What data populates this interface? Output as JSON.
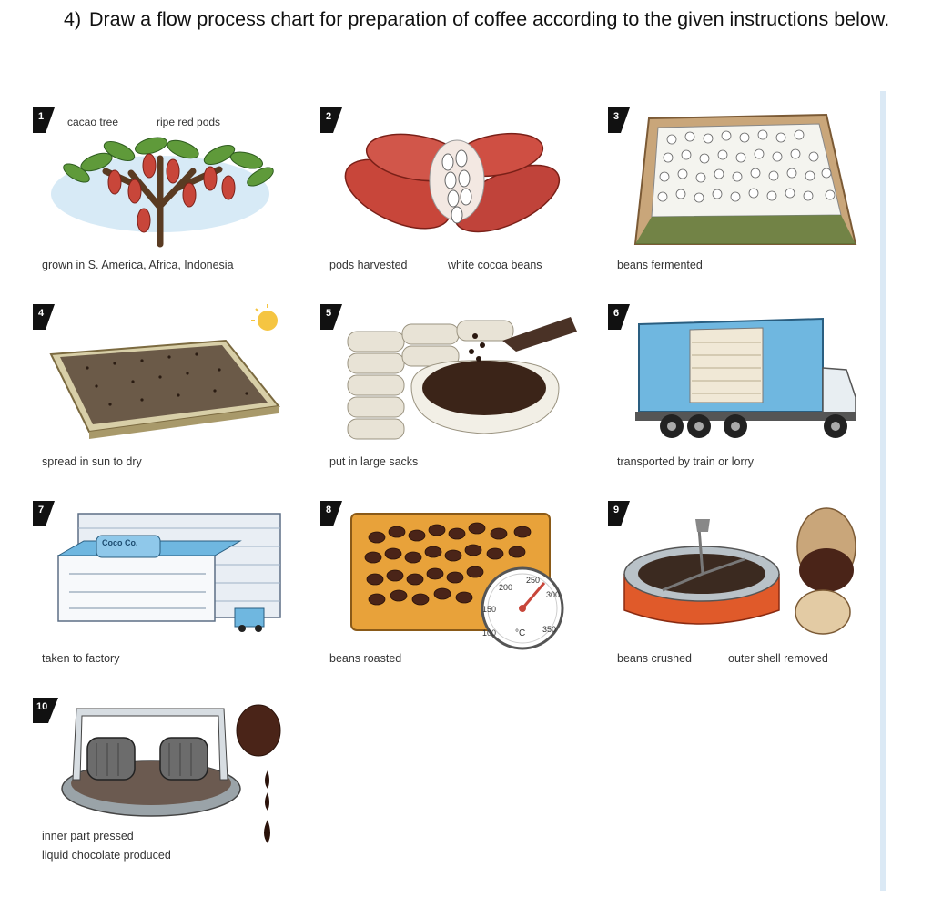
{
  "question": {
    "number": "4)",
    "text": "Draw a flow process chart for preparation of coffee according to the given instructions below."
  },
  "steps": [
    {
      "number": "1",
      "labels": [
        "cacao tree",
        "ripe red pods"
      ],
      "caption": "grown in S. America, Africa, Indonesia",
      "icon": "cacao-tree-icon"
    },
    {
      "number": "2",
      "caption_left": "pods harvested",
      "caption_right": "white cocoa beans",
      "icon": "cocoa-pods-icon"
    },
    {
      "number": "3",
      "caption": "beans fermented",
      "icon": "fermentation-box-icon"
    },
    {
      "number": "4",
      "caption": "spread in sun to dry",
      "icon": "drying-tray-icon"
    },
    {
      "number": "5",
      "caption": "put in large sacks",
      "icon": "sacks-icon"
    },
    {
      "number": "6",
      "caption": "transported by train or lorry",
      "icon": "lorry-icon"
    },
    {
      "number": "7",
      "caption": "taken to factory",
      "icon": "factory-icon",
      "sign": "Coco Co."
    },
    {
      "number": "8",
      "caption": "beans roasted",
      "icon": "roasting-tray-icon",
      "thermometer": {
        "ticks": [
          "100",
          "150",
          "200",
          "250",
          "300",
          "350"
        ],
        "unit": "°C"
      }
    },
    {
      "number": "9",
      "caption_left": "beans crushed",
      "caption_right": "outer shell removed",
      "icon": "crusher-icon"
    },
    {
      "number": "10",
      "caption_lines": [
        "inner part pressed",
        "liquid chocolate produced"
      ],
      "icon": "press-icon"
    }
  ],
  "colors": {
    "pod_red": "#c8463a",
    "bean_dark": "#3b2418",
    "leaf_green": "#5f9a3a",
    "badge": "#111111",
    "truck_blue": "#6fb7e0",
    "tray_orange": "#e8a23a"
  }
}
